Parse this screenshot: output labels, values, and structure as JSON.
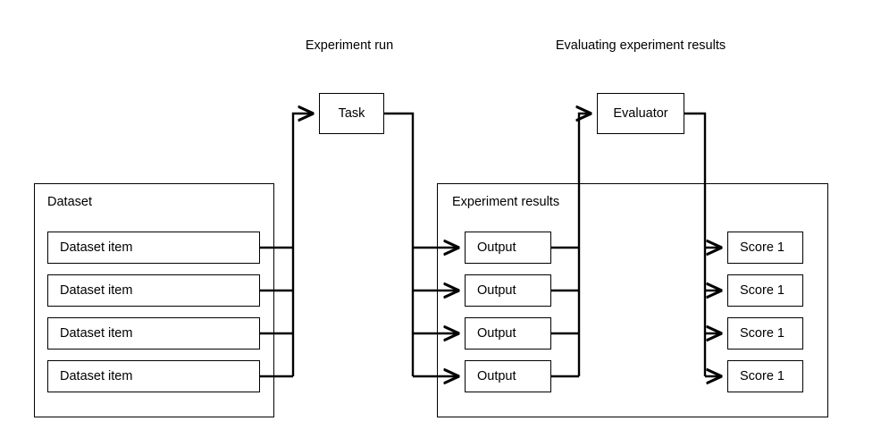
{
  "diagram": {
    "title_sections": [
      {
        "id": "experiment-run",
        "label": "Experiment run"
      },
      {
        "id": "evaluating-experiment-results",
        "label": "Evaluating experiment results"
      }
    ],
    "containers": [
      {
        "id": "dataset",
        "label": "Dataset"
      },
      {
        "id": "experiment-results",
        "label": "Experiment results"
      }
    ],
    "nodes": {
      "task": {
        "label": "Task"
      },
      "evaluator": {
        "label": "Evaluator"
      }
    },
    "dataset_items": [
      {
        "label": "Dataset item"
      },
      {
        "label": "Dataset item"
      },
      {
        "label": "Dataset item"
      },
      {
        "label": "Dataset item"
      }
    ],
    "outputs": [
      {
        "label": "Output"
      },
      {
        "label": "Output"
      },
      {
        "label": "Output"
      },
      {
        "label": "Output"
      }
    ],
    "scores": [
      {
        "label": "Score 1"
      },
      {
        "label": "Score 1"
      },
      {
        "label": "Score 1"
      },
      {
        "label": "Score 1"
      }
    ],
    "colors": {
      "stroke": "#000000",
      "background": "#ffffff",
      "text": "#000000"
    }
  }
}
